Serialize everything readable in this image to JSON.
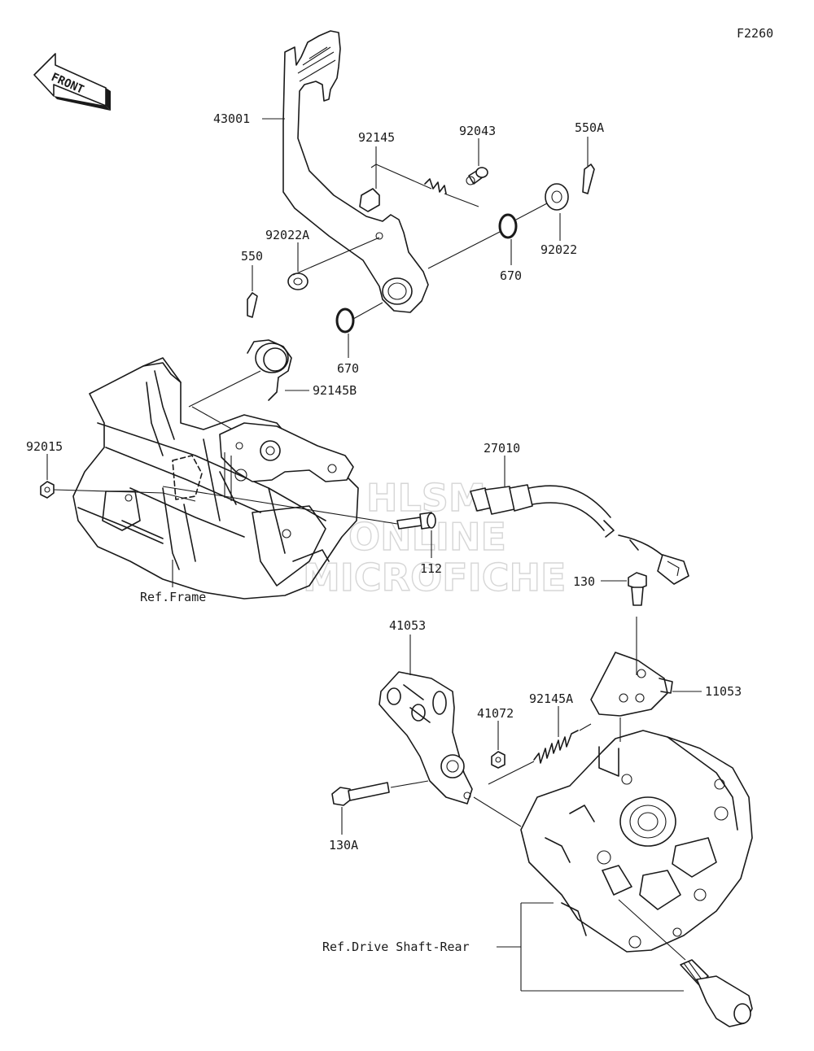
{
  "figure_id": "F2260",
  "front_arrow_label": "FRONT",
  "watermark": [
    "HLSM",
    "ONLINE",
    "MICROFICHE"
  ],
  "parts": {
    "p43001": "43001",
    "p92145": "92145",
    "p92043": "92043",
    "p550A": "550A",
    "p92022A": "92022A",
    "p92022": "92022",
    "p550": "550",
    "p670a": "670",
    "p670b": "670",
    "p92145B": "92145B",
    "p92015": "92015",
    "p27010": "27010",
    "p112": "112",
    "p130": "130",
    "p41053": "41053",
    "p11053": "11053",
    "p41072": "41072",
    "p92145A": "92145A",
    "p130A": "130A"
  },
  "references": {
    "frame": "Ref.Frame",
    "drive_shaft": "Ref.Drive Shaft-Rear"
  }
}
